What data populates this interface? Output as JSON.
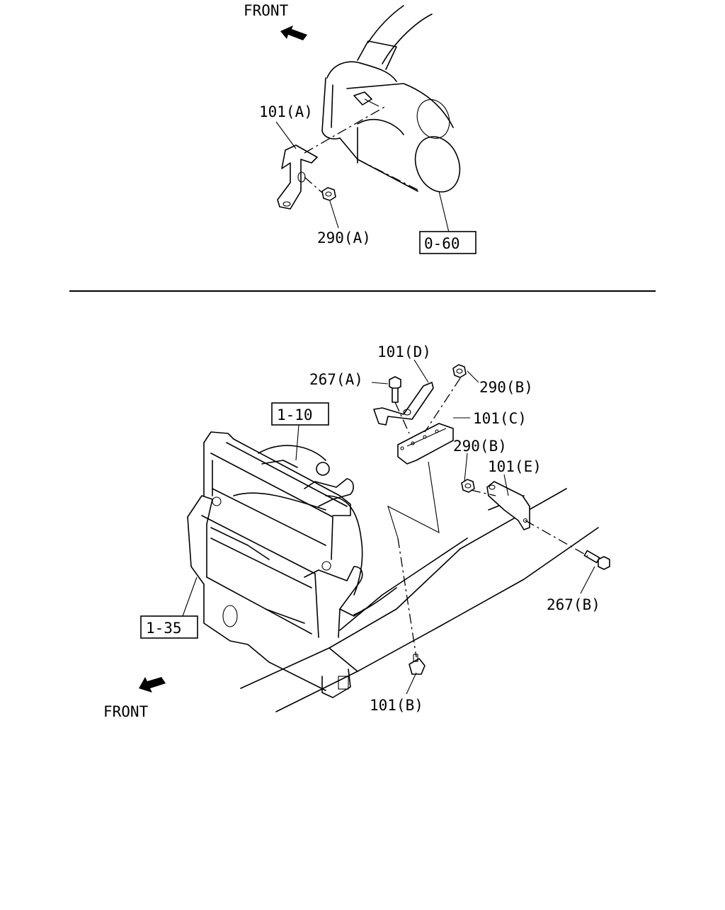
{
  "top_view": {
    "front_label": "FRONT",
    "parts": {
      "bracket": "101(A)",
      "nut": "290(A)",
      "ref_box": "0-60"
    }
  },
  "bottom_view": {
    "front_label": "FRONT",
    "parts": {
      "bracket_d": "101(D)",
      "bolt_a": "267(A)",
      "nut_b_upper": "290(B)",
      "bracket_c": "101(C)",
      "nut_b_lower": "290(B)",
      "bracket_e": "101(E)",
      "bolt_b": "267(B)",
      "clip_b": "101(B)",
      "ref_box_radiator": "1-10",
      "ref_box_intercooler": "1-35"
    }
  }
}
